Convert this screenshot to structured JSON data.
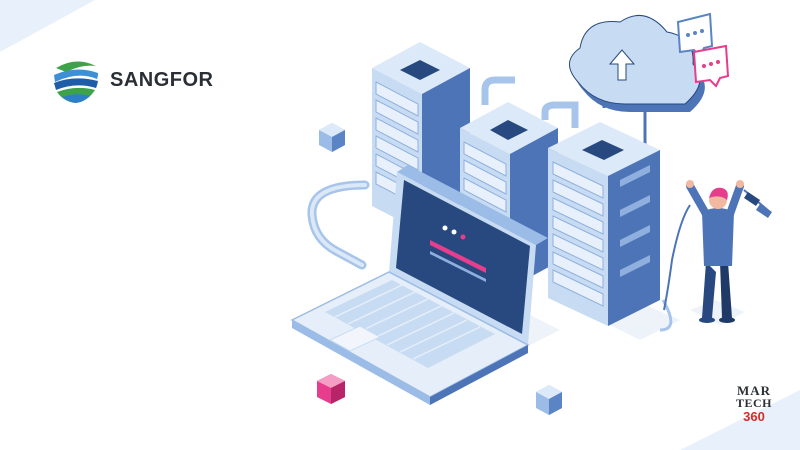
{
  "brand": {
    "name": "SANGFOR",
    "colors": {
      "green": "#3da24a",
      "blue": "#1f5da8",
      "light_blue": "#3f8fd6"
    }
  },
  "watermark": {
    "line1": "MAR",
    "line2": "TECH",
    "line3": "360"
  },
  "illustration": {
    "icons": [
      "server-rack-icon",
      "laptop-icon",
      "cloud-upload-icon",
      "chat-bubble-icon",
      "technician-figure",
      "cable-plug-icon",
      "cube-icon"
    ],
    "colors": {
      "server_body": "#c7dcf3",
      "server_side": "#4c74b6",
      "screen": "#27497f",
      "accent_pink": "#e63d8c",
      "laptop_base": "#e6eef9"
    }
  }
}
